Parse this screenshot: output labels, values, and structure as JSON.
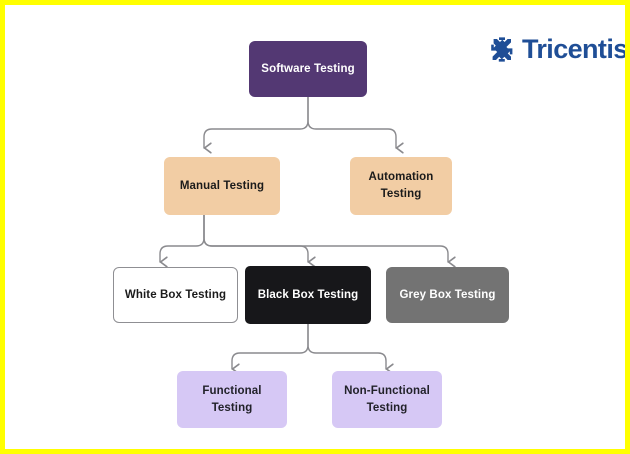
{
  "canvas": {
    "background_color": "#ffffff",
    "border_color": "#ffff00"
  },
  "brand": {
    "name": "Tricentis",
    "trademark": "™",
    "color": "#1f4e96",
    "mark_icon": "tricentis-x-mark-icon"
  },
  "diagram": {
    "type": "hierarchy-tree",
    "connector_color": "#8a8a8e",
    "nodes": {
      "root": {
        "label": "Software Testing",
        "fill": "#533873",
        "text_color": "#ffffff"
      },
      "manual": {
        "label": "Manual Testing",
        "fill": "#f2cda4",
        "text_color": "#1b1b1b"
      },
      "automation": {
        "line1": "Automation",
        "line2": "Testing",
        "fill": "#f2cda4",
        "text_color": "#1b1b1b"
      },
      "white_box": {
        "label": "White Box Testing",
        "fill": "#ffffff",
        "text_color": "#1b1b1b",
        "border_color": "#8f8f93"
      },
      "black_box": {
        "label": "Black Box Testing",
        "fill": "#17171a",
        "text_color": "#ffffff"
      },
      "grey_box": {
        "label": "Grey Box Testing",
        "fill": "#737373",
        "text_color": "#ffffff"
      },
      "functional": {
        "line1": "Functional",
        "line2": "Testing",
        "fill": "#d6c8f5",
        "text_color": "#22222a"
      },
      "non_functional": {
        "line1": "Non-Functional",
        "line2": "Testing",
        "fill": "#d6c8f5",
        "text_color": "#22222a"
      }
    }
  }
}
